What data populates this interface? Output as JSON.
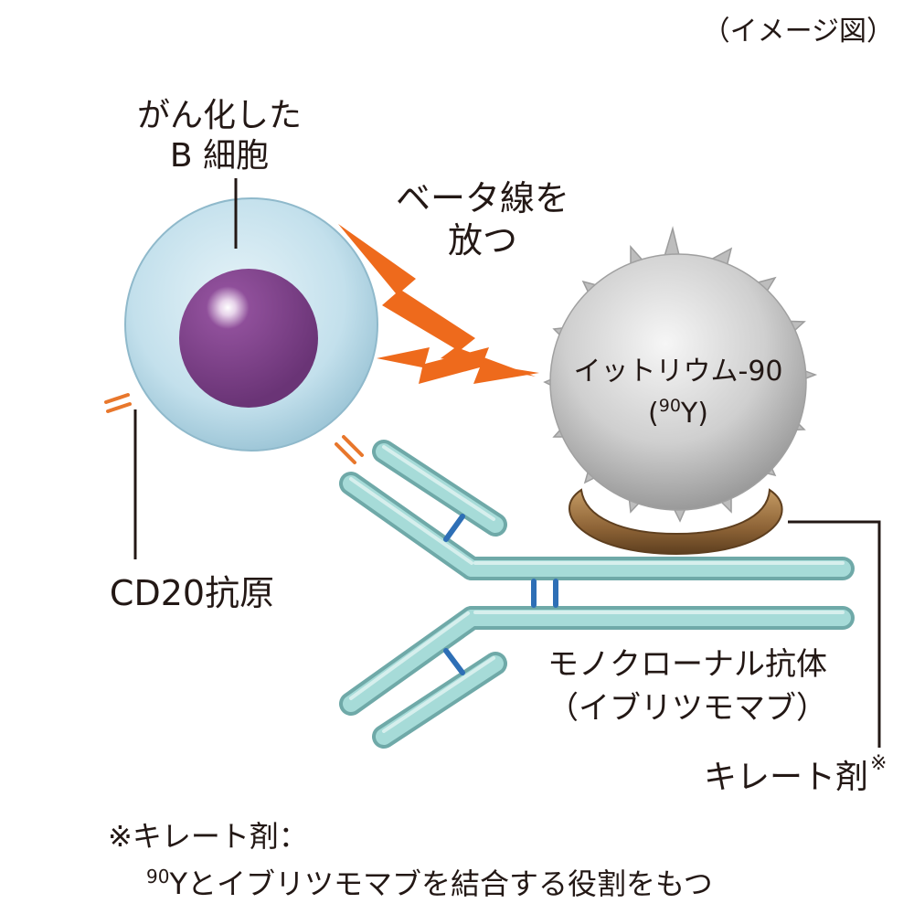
{
  "note_top_right": "（イメージ図）",
  "cell": {
    "label_line1": "がん化した",
    "label_line2": "B 細胞"
  },
  "antigen_label": "CD20抗原",
  "beta_ray": {
    "line1": "ベータ線を",
    "line2": "放つ"
  },
  "yttrium": {
    "name": "イットリウム-90",
    "symbol_open": "(",
    "symbol_mass": "90",
    "symbol_element": "Y",
    "symbol_close": ")"
  },
  "antibody": {
    "line1": "モノクローナル抗体",
    "line2": "（イブリツモマブ）"
  },
  "chelator_label": {
    "text": "キレート剤",
    "mark": "※"
  },
  "footnote": {
    "line1": "※キレート剤：",
    "line2_sup": "90",
    "line2_text": "Yとイブリツモマブを結合する役割をもつ"
  },
  "colors": {
    "cell_outer": "#c9e4ef",
    "nucleus": "#7a3f86",
    "antibody": "#8fcbc9",
    "disulfide": "#2e6fb6",
    "beta": "#ee6a1c",
    "chelator": "#8d6336",
    "yttrium": "#c8c8c8",
    "antigen": "#e8772c"
  }
}
